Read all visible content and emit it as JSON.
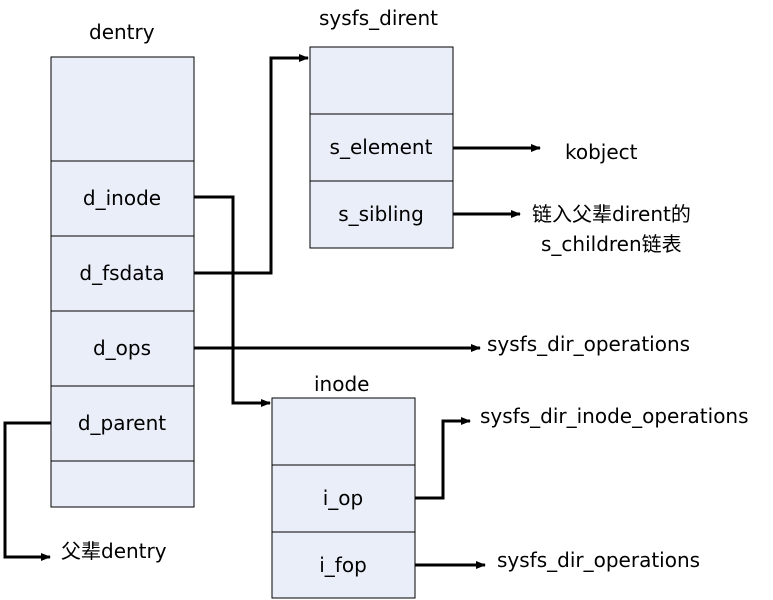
{
  "diagram": {
    "box_fill": "#eaeef8",
    "line_color": "#000000",
    "dentry": {
      "title": "dentry",
      "fields": [
        "d_inode",
        "d_fsdata",
        "d_ops",
        "d_parent"
      ]
    },
    "sysfs_dirent": {
      "title": "sysfs_dirent",
      "fields": [
        "s_element",
        "s_sibling"
      ]
    },
    "inode": {
      "title": "inode",
      "fields": [
        "i_op",
        "i_fop"
      ]
    },
    "targets": {
      "kobject": "kobject",
      "sibling_line1": "链入父辈dirent的",
      "sibling_line2": "s_children链表",
      "d_ops": "sysfs_dir_operations",
      "i_op": "sysfs_dir_inode_operations",
      "i_fop": "sysfs_dir_operations",
      "parent": "父辈dentry"
    }
  }
}
